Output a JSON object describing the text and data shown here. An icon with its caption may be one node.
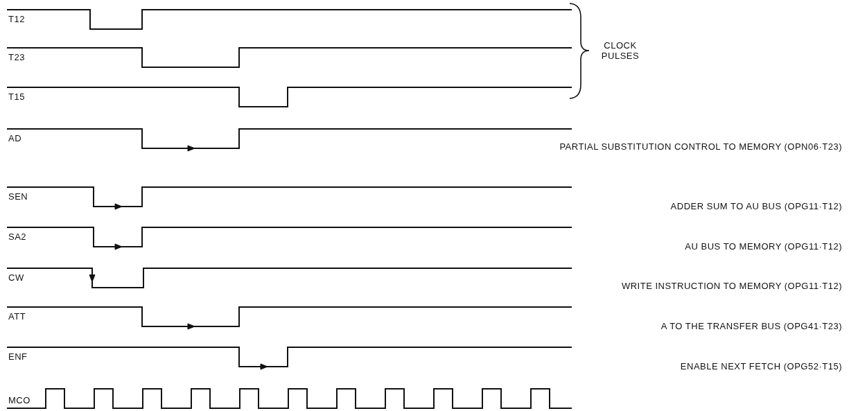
{
  "diagram": {
    "labels": [
      "T12",
      "CLOCK PULSES",
      "T23",
      "T15",
      "AD",
      "PARTIAL SUBSTITUTION CONTROL TO MEMORY (OPN06·T23)",
      "SEN",
      "ADDER SUM TO AU BUS (OPG11·T12)",
      "SA2",
      "AU BUS TO MEMORY (OPG11·T12)",
      "CW",
      "WRITE INSTRUCTION TO MEMORY (OPG11·T12)",
      "ATT",
      "A TO THE TRANSFER BUS (OPG41·T23)",
      "ENF",
      "ENABLE NEXT FETCH (OPG52·T15)",
      "MCO"
    ]
  }
}
